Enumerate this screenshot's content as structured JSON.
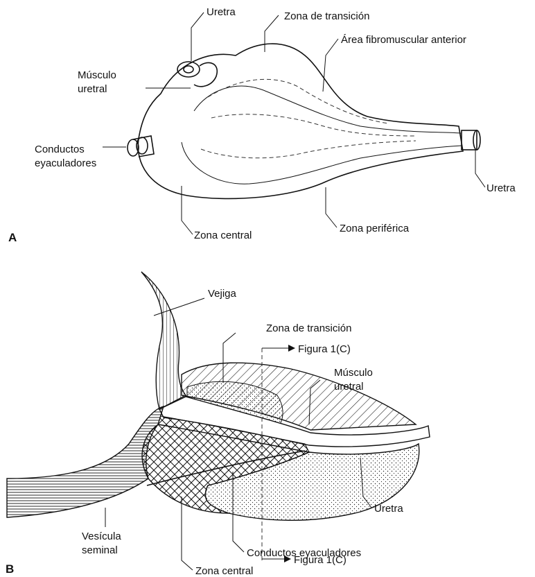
{
  "panel_a": {
    "letter": "A",
    "labels": {
      "uretra_top": "Uretra",
      "zona_transicion": "Zona de transición",
      "area_fibromuscular": "Área fibromuscular anterior",
      "musculo_line1": "Músculo",
      "musculo_line2": "uretral",
      "conductos_line1": "Conductos",
      "conductos_line2": "eyaculadores",
      "uretra_right": "Uretra",
      "zona_central": "Zona central",
      "zona_periferica": "Zona periférica"
    }
  },
  "panel_b": {
    "letter": "B",
    "labels": {
      "vejiga": "Vejiga",
      "zona_transicion": "Zona de transición",
      "figura_top": "Figura 1(C)",
      "musculo_line1": "Músculo",
      "musculo_line2": "uretral",
      "uretra": "Uretra",
      "figura_bottom": "Figura 1(C)",
      "vesicula_line1": "Vesícula",
      "vesicula_line2": "seminal",
      "conductos": "Conductos eyaculadores",
      "zona_central": "Zona central"
    }
  }
}
